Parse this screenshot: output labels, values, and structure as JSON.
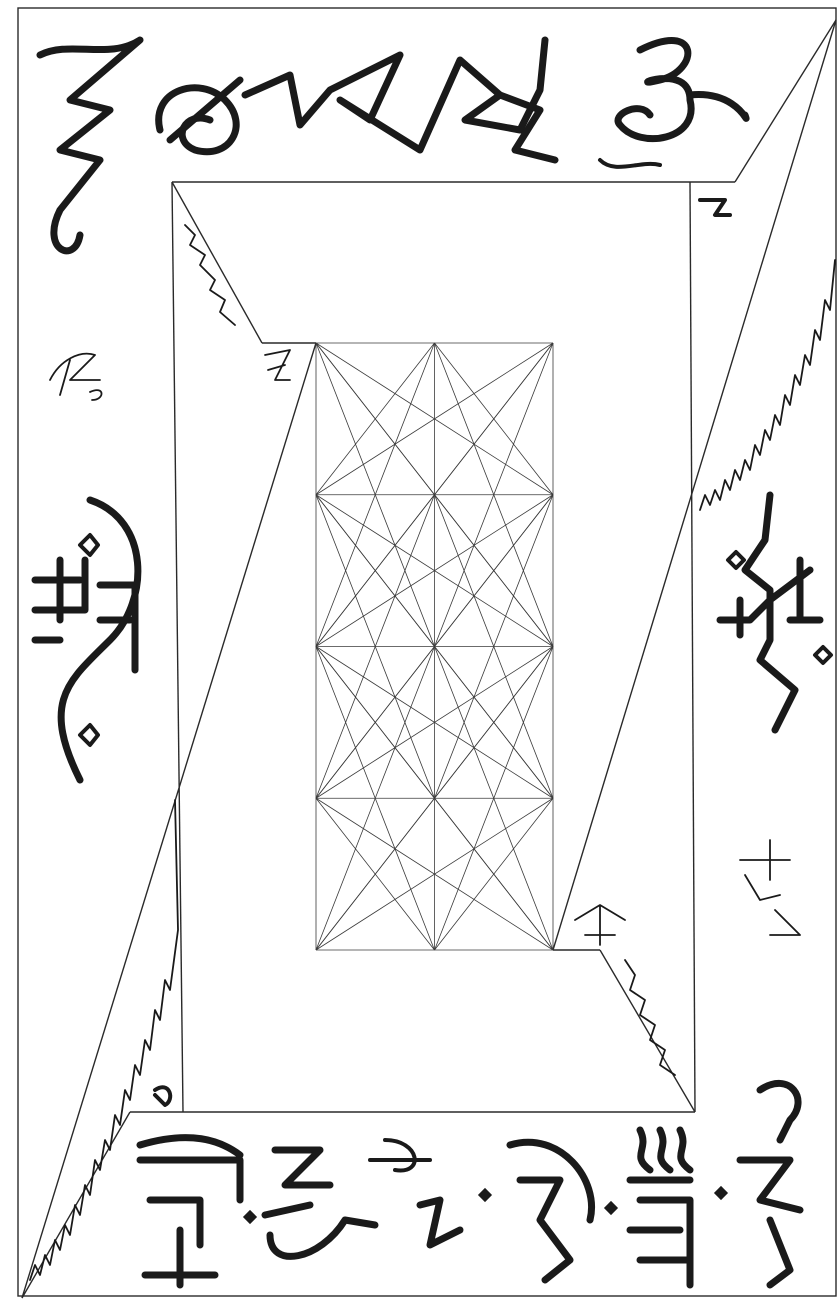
{
  "figure": {
    "colors": {
      "ink": "#1a1a1a",
      "paper": "#ffffff",
      "line": "#2a2a2a"
    },
    "lattice": {
      "columns": 3,
      "rows": 5
    },
    "marginal_scripts": [
      {
        "id": "right-upper-script"
      },
      {
        "id": "left-lower-script"
      },
      {
        "id": "upper-left-diagonal-script"
      },
      {
        "id": "lower-right-diagonal-script"
      }
    ]
  }
}
